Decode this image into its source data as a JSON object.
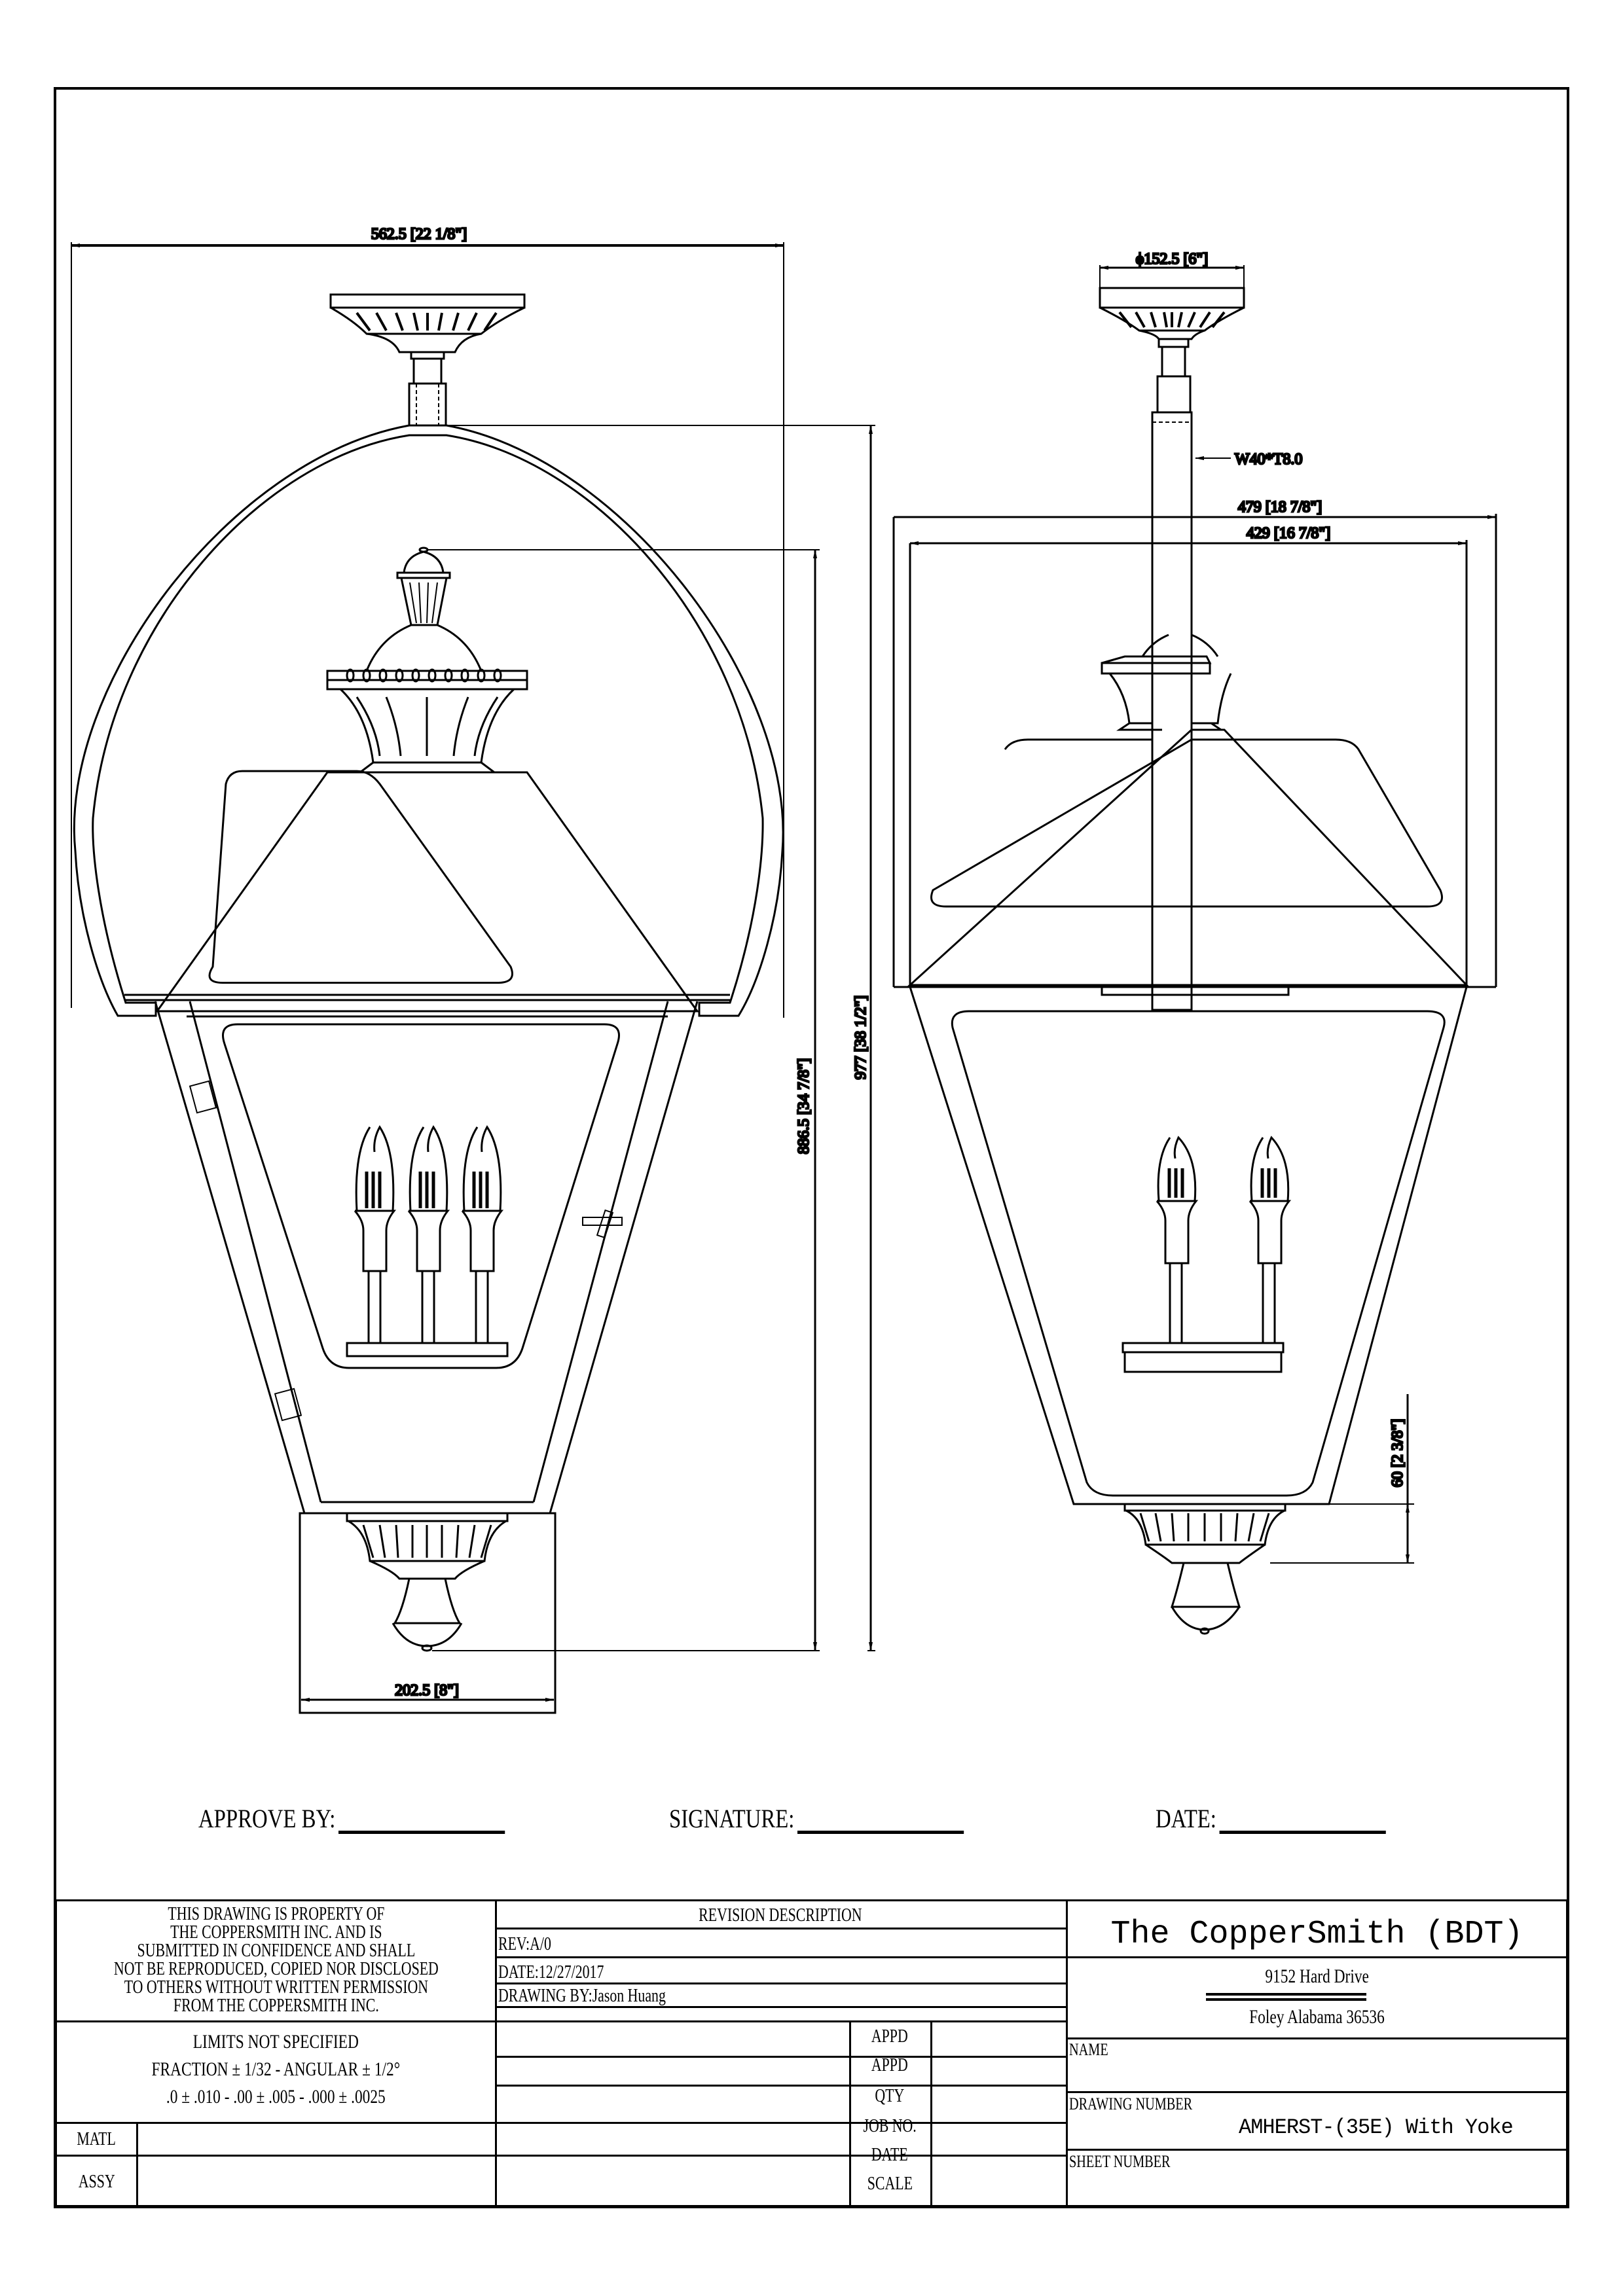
{
  "drawing": {
    "left_view": {
      "dimensions": {
        "overall_width": "562.5 [22 1/8\"]",
        "height_to_finial": "886.5 [34 7/8\"]",
        "overall_height": "977 [38 1/2\"]",
        "base_width": "202.5 [8\"]"
      },
      "candles": 3
    },
    "right_view": {
      "dimensions": {
        "canopy_diameter": "ϕ152.5 [6\"]",
        "yoke_bar": "W40*T8.0",
        "outer_width": "479 [18 7/8\"]",
        "inner_width": "429 [16 7/8\"]",
        "bottom_height": "60 [2 3/8\"]"
      },
      "candles": 2
    }
  },
  "approvals": {
    "approve_by": "APPROVE BY:",
    "signature": "SIGNATURE:",
    "date": "DATE:"
  },
  "title_block": {
    "notice": [
      "THIS DRAWING IS PROPERTY OF",
      "THE COPPERSMITH INC. AND IS",
      "SUBMITTED IN CONFIDENCE AND SHALL",
      "NOT BE REPRODUCED, COPIED NOR DISCLOSED",
      "TO OTHERS WITHOUT WRITTEN PERMISSION",
      "FROM THE COPPERSMITH INC."
    ],
    "limits": {
      "heading": "LIMITS NOT SPECIFIED",
      "fraction": "FRACTION ± 1/32 - ANGULAR ± 1/2°",
      "decimal": ".0 ± .010 - .00 ± .005 - .000 ± .0025"
    },
    "matl_label": "MATL",
    "assy_label": "ASSY",
    "revision": {
      "heading": "REVISION DESCRIPTION",
      "rev": "REV:A/0",
      "date": "DATE:12/27/2017",
      "drawing_by": "DRAWING BY:Jason Huang"
    },
    "fields": [
      "APPD",
      "APPD",
      "QTY",
      "JOB NO.",
      "DATE",
      "SCALE"
    ],
    "company": {
      "name": "The CopperSmith (BDT)",
      "address1": "9152 Hard Drive",
      "address2": "Foley Alabama 36536"
    },
    "name_label": "NAME",
    "drawing_number_label": "DRAWING NUMBER",
    "drawing_number": "AMHERST-(35E) With Yoke",
    "sheet_number_label": "SHEET NUMBER"
  }
}
